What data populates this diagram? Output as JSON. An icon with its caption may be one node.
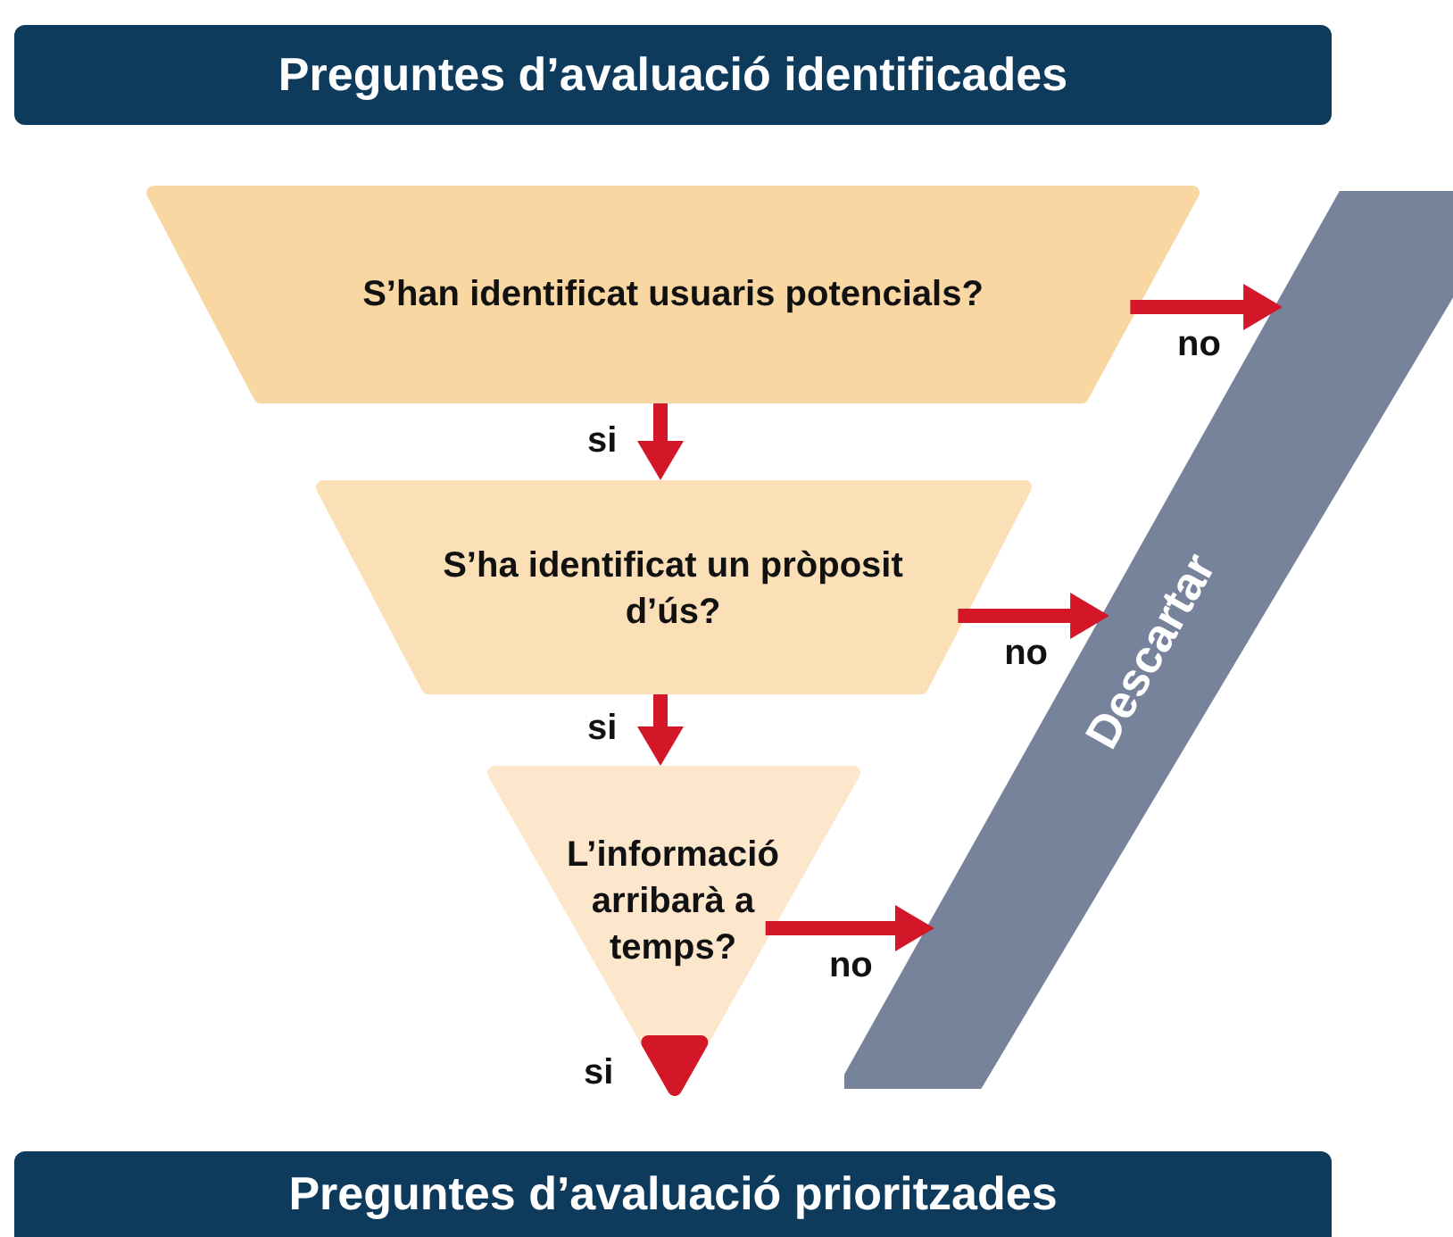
{
  "diagram": {
    "nodes": [
      {
        "text": [
          "Preguntes d’avaluació identificades"
        ]
      },
      {
        "text": [
          "S’han identificat usuaris potencials?"
        ]
      },
      {
        "text": [
          "S’ha identificat un pròposit d’ús?"
        ]
      },
      {
        "text": [
          "L’informació arribarà a temps?"
        ]
      },
      {
        "text": [
          "Descartar"
        ]
      },
      {
        "text": [
          "Preguntes d’avaluació prioritzades"
        ]
      }
    ],
    "edges": [
      {
        "from": 1,
        "to": 4,
        "arrow": "to",
        "label": "no"
      },
      {
        "from": 1,
        "to": 2,
        "arrow": "to",
        "label": "si"
      },
      {
        "from": 2,
        "to": 4,
        "arrow": "to",
        "label": "no"
      },
      {
        "from": 2,
        "to": 3,
        "arrow": "to",
        "label": "si"
      },
      {
        "from": 3,
        "to": 4,
        "arrow": "to",
        "label": "no"
      }
    ],
    "labels": [
      "si"
    ]
  }
}
